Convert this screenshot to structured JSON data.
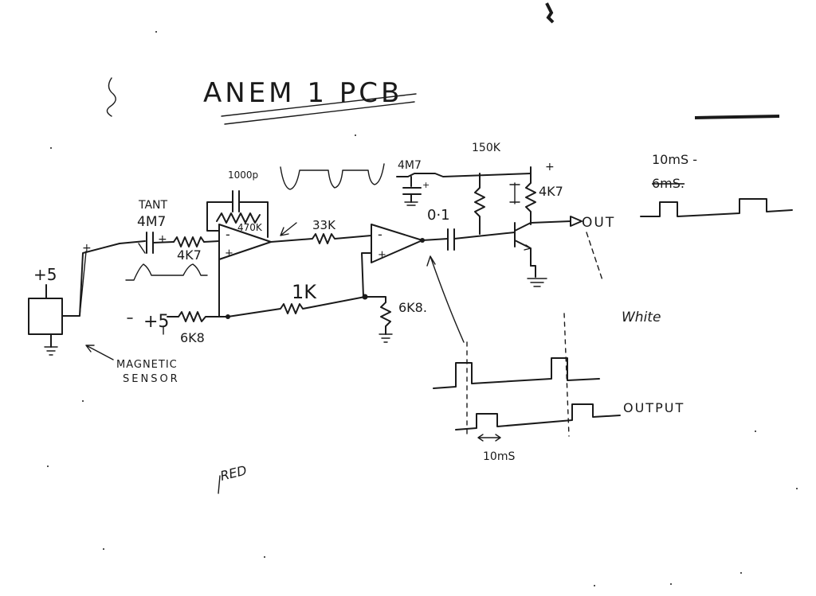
{
  "title": "ANEM 1   PCB",
  "labels": {
    "plus5_sensor": "+5",
    "plus5_input": "+5",
    "magnetic": "MAGNETIC",
    "sensor": "SENSOR",
    "tant": "TANT",
    "cap_4m7_in": "4M7",
    "res_4k7_in": "4K7",
    "cap_1000p": "1000p",
    "res_470k": "470K",
    "res_33k": "33K",
    "res_1k": "1K",
    "res_6k8_left": "6K8",
    "res_6k8_right": "6K8.",
    "cap_4m7_top": "4M7",
    "cap_0_1": "0·1",
    "res_150k": "150K",
    "res_4k7_out": "4K7",
    "plus_supply": "+",
    "out": "OUT",
    "white": "White",
    "red": "RED",
    "output": "OUTPUT",
    "ten_ms_bottom": "10mS",
    "ten_ms_top": "10mS -",
    "struck_top": "6mS.",
    "opamp_minus_1": "-",
    "opamp_plus_1": "+",
    "opamp_minus_2": "-",
    "opamp_plus_2": "+",
    "cap_plus_in_a": "+",
    "cap_plus_in_b": "+",
    "cap_plus_top": "+"
  }
}
